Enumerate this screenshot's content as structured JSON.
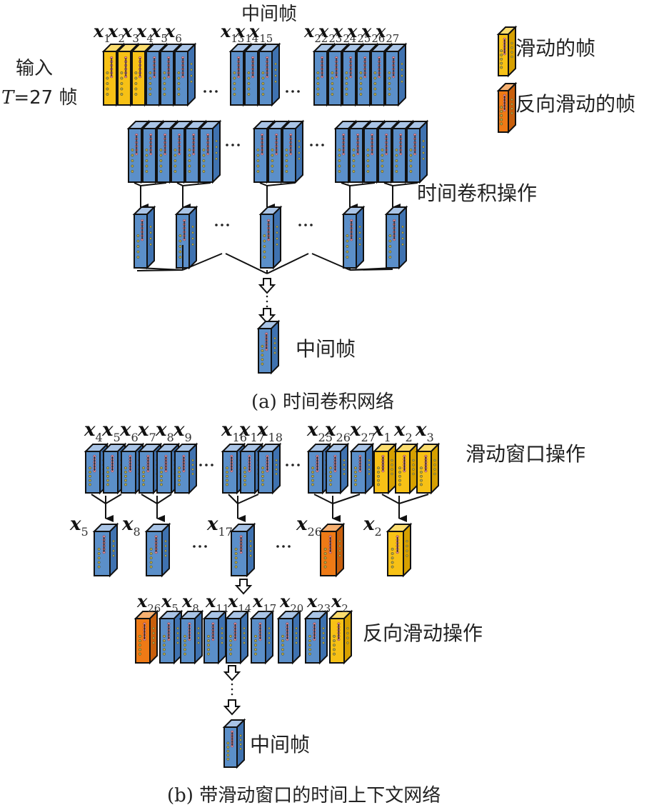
{
  "colors": {
    "blue_front": "#5b8fc9",
    "blue_side": "#3f72b0",
    "blue_top": "#a9c4e6",
    "yellow_front": "#f7c116",
    "yellow_side": "#d6a000",
    "yellow_top": "#fbdc6e",
    "orange_front": "#ee7a16",
    "orange_side": "#c85f0c",
    "orange_top": "#f6b071",
    "outline": "#111111"
  },
  "legend": {
    "sliding_frame": "滑动的帧",
    "reverse_sliding_frame": "反向滑动的帧"
  },
  "panel_a": {
    "middle_frame_top_label": "中间帧",
    "input_label_line1": "输入",
    "input_label_line2_var": "T",
    "input_label_line2_rest": "=27 帧",
    "groups": [
      {
        "frames": [
          {
            "sub": "1",
            "color": "yellow"
          },
          {
            "sub": "2",
            "color": "yellow"
          },
          {
            "sub": "3",
            "color": "yellow"
          },
          {
            "sub": "4",
            "color": "blue"
          },
          {
            "sub": "5",
            "color": "blue"
          },
          {
            "sub": "6",
            "color": "blue"
          }
        ]
      },
      {
        "frames": [
          {
            "sub": "13",
            "color": "blue"
          },
          {
            "sub": "14",
            "color": "blue"
          },
          {
            "sub": "15",
            "color": "blue"
          }
        ]
      },
      {
        "frames": [
          {
            "sub": "22",
            "color": "blue"
          },
          {
            "sub": "23",
            "color": "blue"
          },
          {
            "sub": "24",
            "color": "blue"
          },
          {
            "sub": "25",
            "color": "blue"
          },
          {
            "sub": "26",
            "color": "blue"
          },
          {
            "sub": "27",
            "color": "blue"
          }
        ]
      }
    ],
    "ellipsis": "···",
    "temporal_conv_label": "时间卷积操作",
    "output_label": "中间帧",
    "caption": "(a) 时间卷积网络"
  },
  "panel_b": {
    "top_groups": [
      {
        "frames": [
          {
            "sub": "4",
            "color": "blue"
          },
          {
            "sub": "5",
            "color": "blue"
          },
          {
            "sub": "6",
            "color": "blue"
          },
          {
            "sub": "7",
            "color": "blue"
          },
          {
            "sub": "8",
            "color": "blue"
          },
          {
            "sub": "9",
            "color": "blue"
          }
        ]
      },
      {
        "frames": [
          {
            "sub": "16",
            "color": "blue"
          },
          {
            "sub": "17",
            "color": "blue"
          },
          {
            "sub": "18",
            "color": "blue"
          }
        ]
      },
      {
        "frames": [
          {
            "sub": "25",
            "color": "blue"
          },
          {
            "sub": "26",
            "color": "blue"
          },
          {
            "sub": "27",
            "color": "blue"
          },
          {
            "sub": "1",
            "color": "yellow"
          },
          {
            "sub": "2",
            "color": "yellow"
          },
          {
            "sub": "3",
            "color": "yellow"
          }
        ]
      }
    ],
    "sliding_window_label": "滑动窗口操作",
    "mid_frames": [
      {
        "sub": "5",
        "color": "blue"
      },
      {
        "sub": "8",
        "color": "blue"
      },
      {
        "sub": "17",
        "color": "blue"
      },
      {
        "sub": "26",
        "color": "orange"
      },
      {
        "sub": "2",
        "color": "yellow"
      }
    ],
    "reverse_row": [
      {
        "sub": "26",
        "color": "orange"
      },
      {
        "sub": "5",
        "color": "blue"
      },
      {
        "sub": "8",
        "color": "blue"
      },
      {
        "sub": "11",
        "color": "blue"
      },
      {
        "sub": "14",
        "color": "blue"
      },
      {
        "sub": "17",
        "color": "blue"
      },
      {
        "sub": "20",
        "color": "blue"
      },
      {
        "sub": "23",
        "color": "blue"
      },
      {
        "sub": "2",
        "color": "yellow"
      }
    ],
    "reverse_sliding_label": "反向滑动操作",
    "output_label": "中间帧",
    "caption": "(b) 带滑动窗口的时间上下文网络"
  },
  "var_symbol": "x"
}
